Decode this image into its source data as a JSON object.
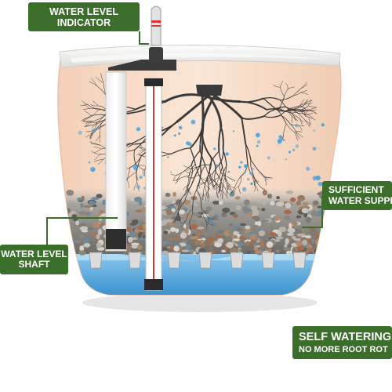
{
  "labels": {
    "water_level_indicator": [
      "WATER LEVEL",
      "INDICATOR"
    ],
    "sufficient_water_supply": [
      "SUFFICIENT",
      "WATER SUPPLY"
    ],
    "water_level_shaft": [
      "WATER LEVEL",
      "SHAFT"
    ],
    "self_watering": [
      "SELF WATERING",
      "NO MORE ROOT ROT"
    ]
  },
  "colors": {
    "label_background": "#3b6e2b",
    "label_text": "#ffffff",
    "connector_line": "#3b6e2b",
    "pot_body": "#f8dfcc",
    "pot_rim": "#f2f2f0",
    "water": "#5aa9dc",
    "roots": "#3a3a3a",
    "indicator_tip": "#d23a3a"
  },
  "icons": {
    "bubbles": "water-bubble-dots",
    "roots": "root-system-illustration",
    "indicator": "float-indicator-gauge"
  }
}
